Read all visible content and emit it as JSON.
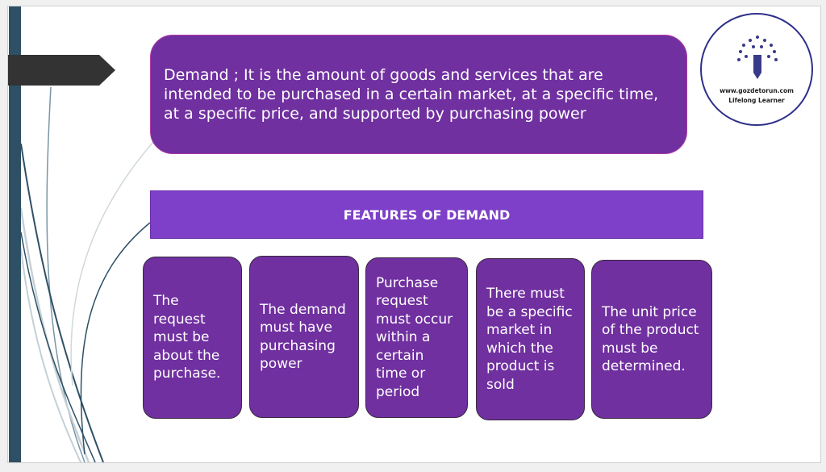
{
  "definition": "Demand ; It is the amount of goods and services that are intended to be purchased in a certain market, at a specific time, at a specific price, and supported by purchasing power",
  "header": "FEATURES OF DEMAND",
  "features": [
    "The request must be about the purchase.",
    "The demand must have purchasing power",
    "Purchase request must occur within a certain time or period",
    "There must be a specific market in which the product is sold",
    "The unit price of the product must be determined."
  ],
  "logo": {
    "url": "www.gozdetorun.com",
    "tagline": "Lifelong Learner"
  },
  "colors": {
    "purple": "#7030a0",
    "header": "#7e40c8",
    "bar": "#2e5065"
  }
}
